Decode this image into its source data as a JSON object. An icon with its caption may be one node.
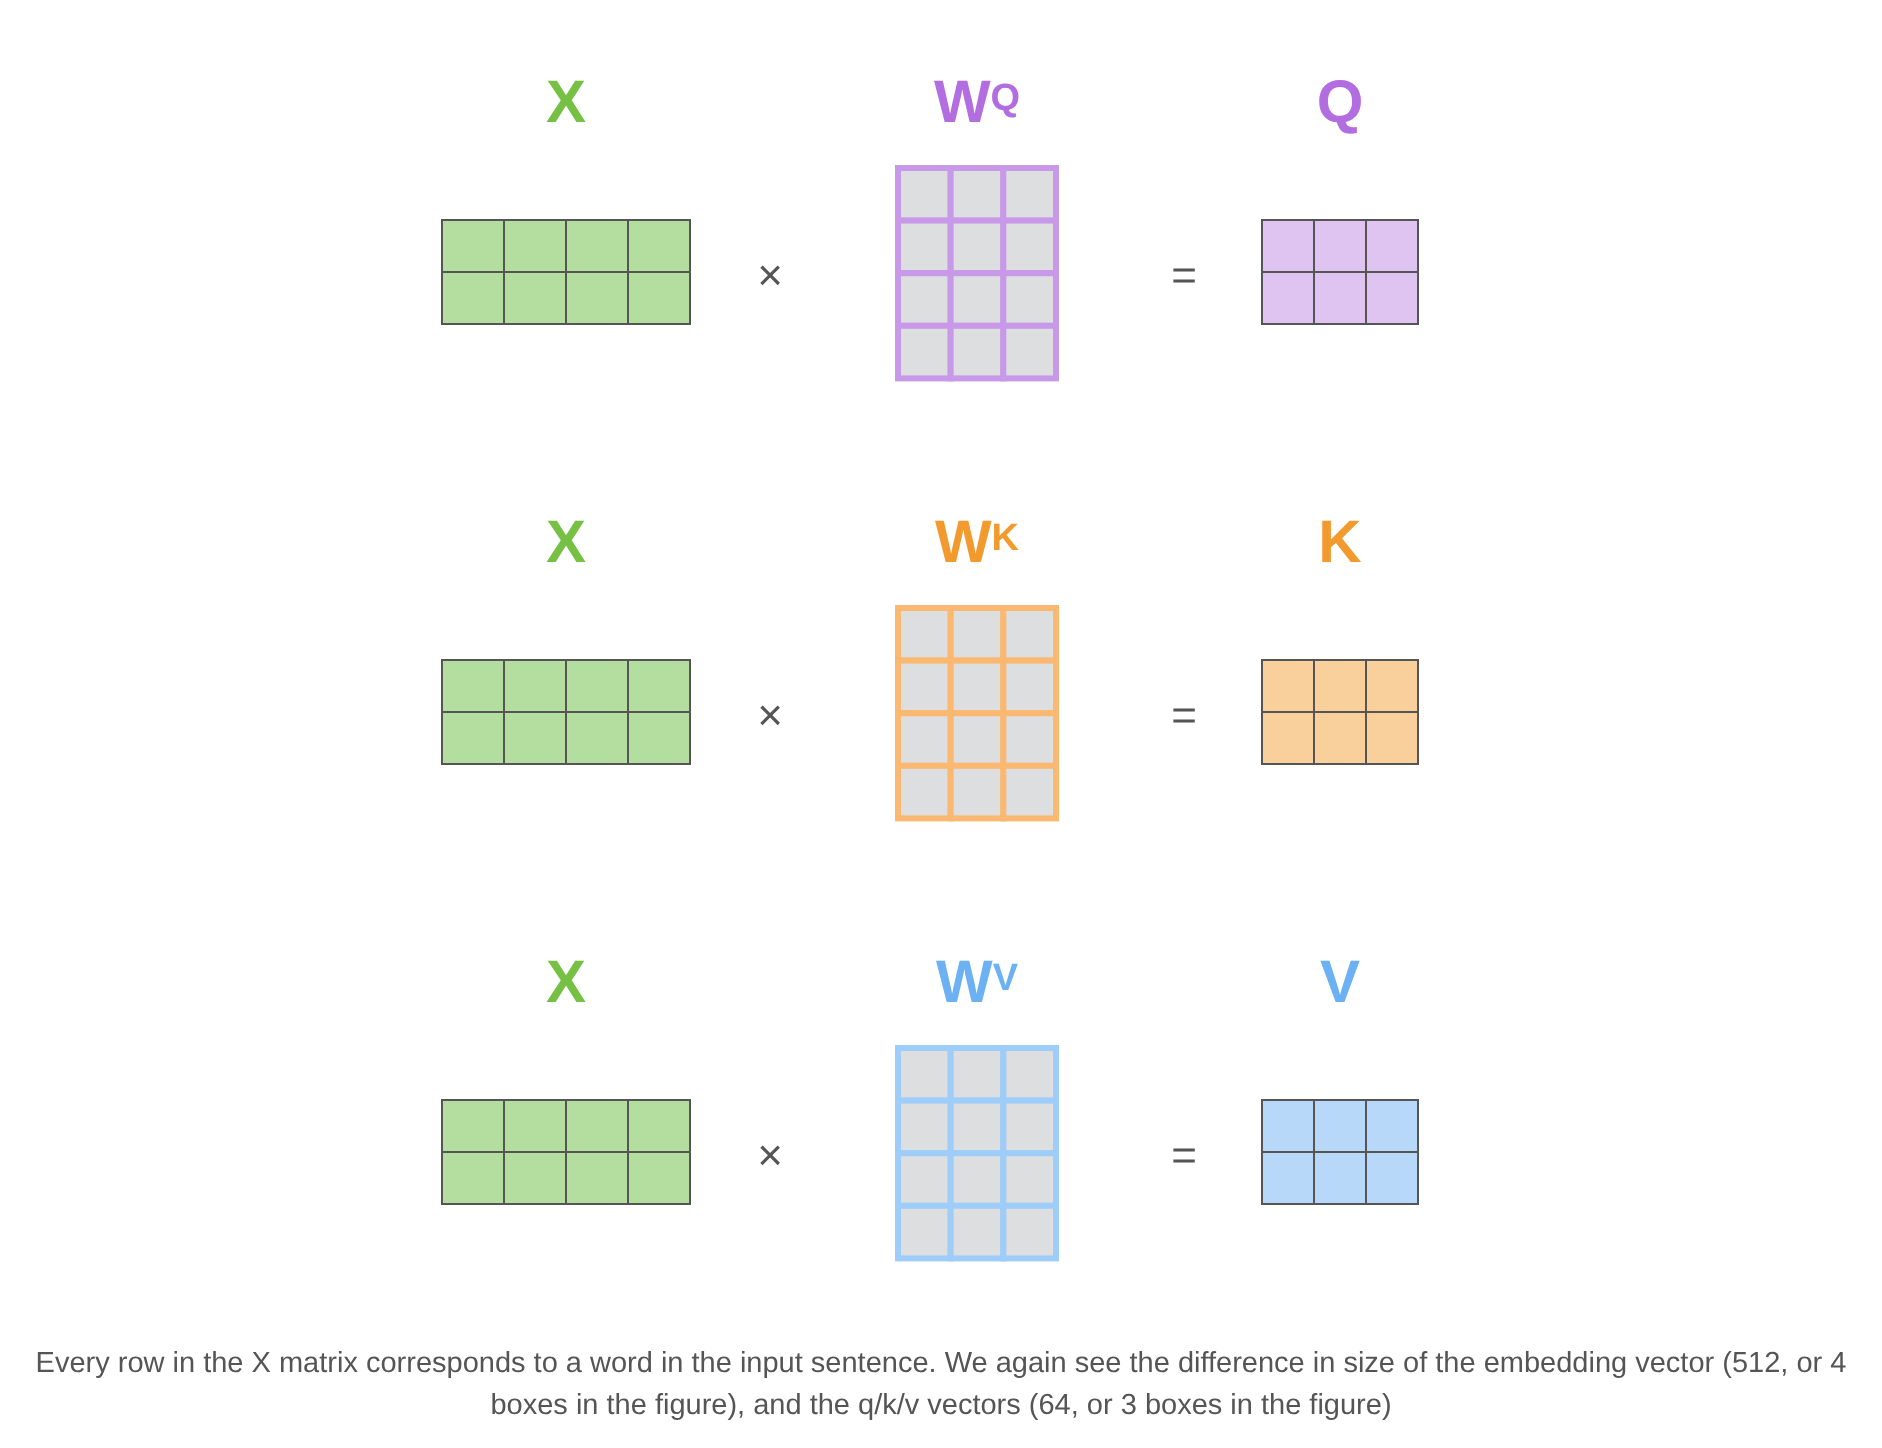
{
  "diagram": {
    "caption": "Every row in the X matrix corresponds to a word in the input sentence. We again see the difference in size of the embedding vector (512, or 4 boxes in the figure), and the q/k/v vectors (64, or 3 boxes in the figure)",
    "nodes": [
      {
        "text": [
          "X"
        ]
      },
      {
        "text": [
          "W$^{Q}$"
        ]
      },
      {
        "text": [
          "Q"
        ]
      },
      {
        "text": [
          "X"
        ]
      },
      {
        "text": [
          "W$^{K}$"
        ]
      },
      {
        "text": [
          "K"
        ]
      },
      {
        "text": [
          "X"
        ]
      },
      {
        "text": [
          "W$^{V}$"
        ]
      },
      {
        "text": [
          "V"
        ]
      }
    ],
    "labels": [
      "×",
      "=",
      "×",
      "=",
      "×",
      "="
    ]
  }
}
